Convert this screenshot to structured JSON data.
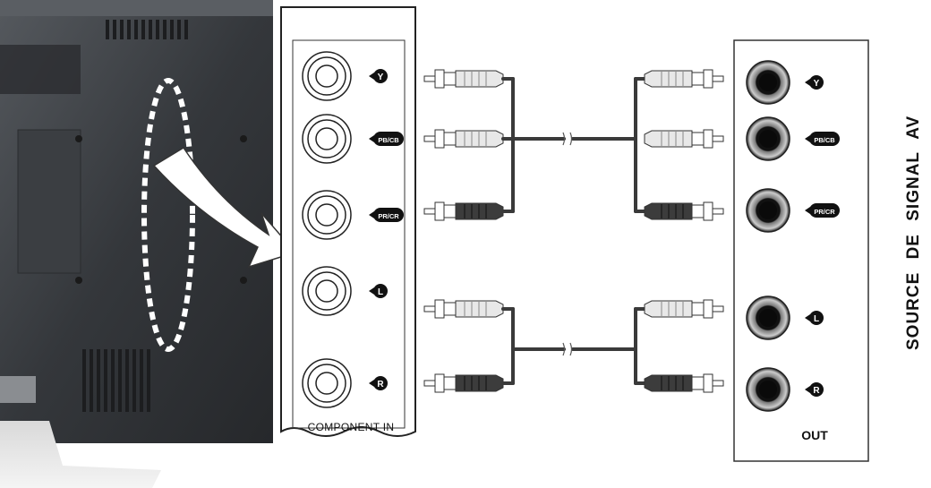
{
  "diagram": {
    "panel_label": "COMPONENT IN",
    "out_label": "OUT",
    "side_title": "SOURCE  DE  SIGNAL  AV",
    "jacks": [
      {
        "id": "y",
        "label": "Y"
      },
      {
        "id": "pb",
        "label": "PB/CB"
      },
      {
        "id": "pr",
        "label": "PR/CR"
      },
      {
        "id": "l",
        "label": "L"
      },
      {
        "id": "r",
        "label": "R"
      }
    ],
    "colors": {
      "tv_body": "#2f3134",
      "tv_body_light": "#4a4d52",
      "cable": "#3a3a3a",
      "plug_light": "#e8e8e8",
      "plug_dark": "#3c3c3c",
      "arrow": "#ffffff"
    },
    "icons": [
      "callout-arrow-icon",
      "dotted-ellipse-icon",
      "rca-plug-icon",
      "rca-jack-icon"
    ]
  }
}
